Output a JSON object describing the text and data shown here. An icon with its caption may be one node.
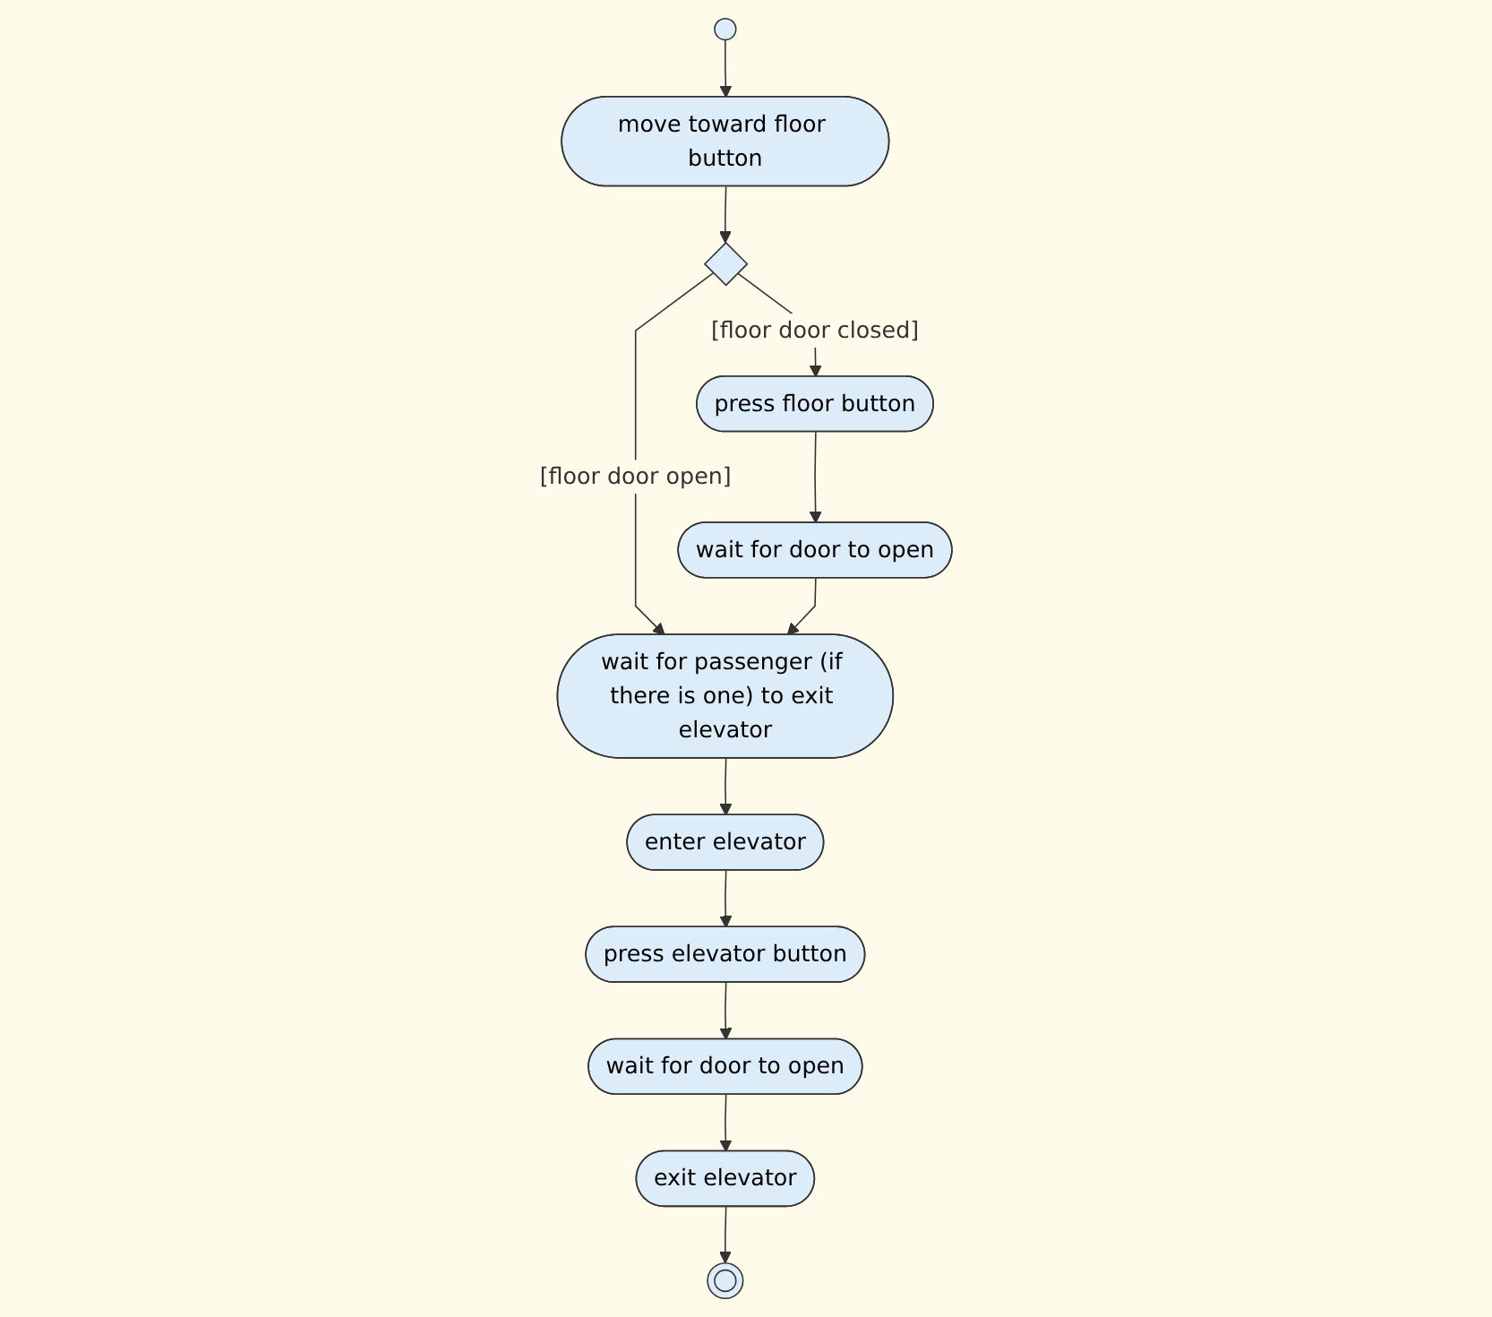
{
  "diagram": {
    "nodes": [
      {
        "text": [],
        "shape": "circle"
      },
      {
        "text": [
          "move toward floor button"
        ]
      },
      {
        "text": [],
        "shape": "diamond"
      },
      {
        "text": [
          "press floor button"
        ]
      },
      {
        "text": [
          "wait for passenger (if there is one) to exit elevator"
        ]
      },
      {
        "text": [
          "wait for door to open"
        ]
      },
      {
        "text": [
          "enter elevator"
        ]
      },
      {
        "text": [
          "press elevator button"
        ]
      },
      {
        "text": [
          "wait for door to open"
        ]
      },
      {
        "text": [
          "exit elevator"
        ]
      },
      {
        "text": [],
        "shape": "circle"
      }
    ],
    "edges": [
      {
        "from": 0,
        "to": 1,
        "arrow": "to"
      },
      {
        "from": 1,
        "to": 2,
        "arrow": "to"
      },
      {
        "from": 2,
        "to": 3,
        "arrow": "to",
        "label": "[floor door closed]"
      },
      {
        "from": 2,
        "to": 4,
        "arrow": "to",
        "label": "[floor door open]"
      },
      {
        "from": 3,
        "to": 5,
        "arrow": "to"
      },
      {
        "from": 5,
        "to": 4,
        "arrow": "to"
      },
      {
        "from": 4,
        "to": 6,
        "arrow": "to"
      },
      {
        "from": 6,
        "to": 7,
        "arrow": "to"
      },
      {
        "from": 7,
        "to": 8,
        "arrow": "to"
      },
      {
        "from": 8,
        "to": 9,
        "arrow": "to"
      },
      {
        "from": 9,
        "to": 10,
        "arrow": "to"
      }
    ]
  }
}
